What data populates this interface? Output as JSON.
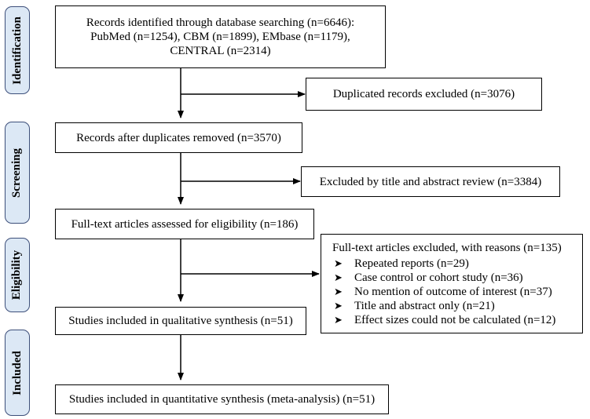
{
  "stages": [
    {
      "label": "Identification"
    },
    {
      "label": "Screening"
    },
    {
      "label": "Eligibility"
    },
    {
      "label": "Included"
    }
  ],
  "boxes": {
    "identified": {
      "lines": [
        "Records identified through database searching (n=6646):",
        "PubMed (n=1254), CBM (n=1899), EMbase (n=1179),",
        "CENTRAL (n=2314)"
      ]
    },
    "duplicates_excluded": "Duplicated records excluded (n=3076)",
    "after_duplicates": "Records after duplicates removed (n=3570)",
    "title_abstract_excluded": "Excluded by title and abstract review (n=3384)",
    "fulltext_assessed": "Full-text articles assessed for eligibility (n=186)",
    "fulltext_excluded": {
      "heading": "Full-text articles excluded, with reasons (n=135)",
      "bullet_icon": "arrow-bullet-icon",
      "reasons": [
        "Repeated reports (n=29)",
        "Case control or cohort study (n=36)",
        "No mention of outcome of interest (n=37)",
        "Title and abstract only (n=21)",
        "Effect sizes could not be calculated (n=12)"
      ]
    },
    "qualitative": "Studies included in qualitative synthesis (n=51)",
    "quantitative": "Studies included in quantitative synthesis (meta-analysis) (n=51)"
  },
  "colors": {
    "stage_fill": "#dce8f5",
    "stage_border": "#3d4f7a",
    "box_border": "#000000"
  }
}
